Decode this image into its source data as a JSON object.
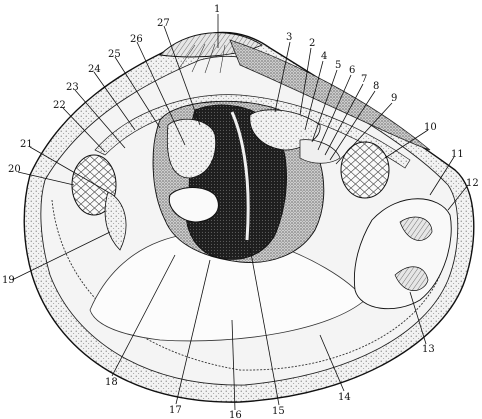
{
  "figure": {
    "labels": [
      "1",
      "2",
      "3",
      "4",
      "5",
      "6",
      "7",
      "8",
      "9",
      "10",
      "11",
      "12",
      "13",
      "14",
      "15",
      "16",
      "17",
      "18",
      "19",
      "20",
      "21",
      "22",
      "23",
      "24",
      "25",
      "26",
      "27"
    ]
  },
  "colors": {
    "ink": "#111111",
    "paper": "#ffffff",
    "stipple_light": "#d9d9d9",
    "stipple_mid": "#a8a8a8",
    "dark_gland": "#262626"
  }
}
